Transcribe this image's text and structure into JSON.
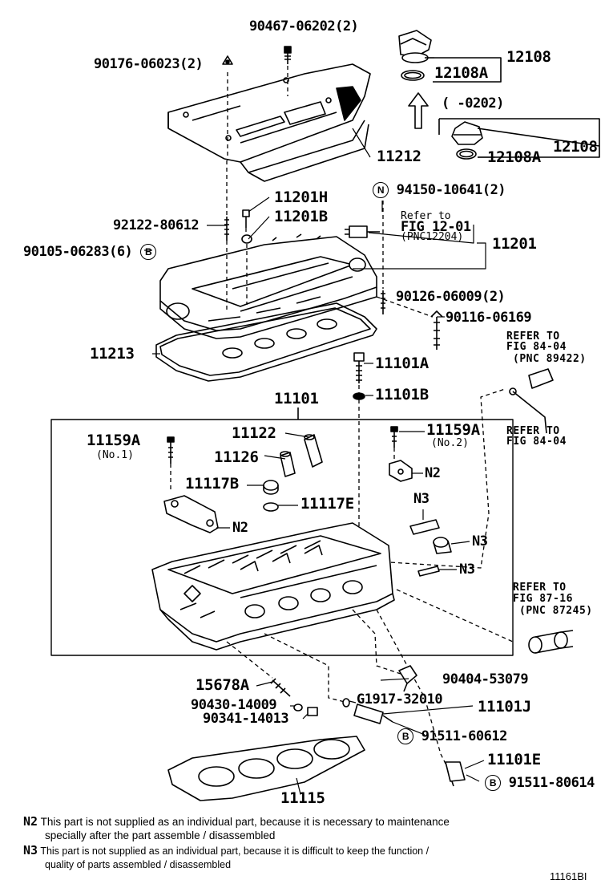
{
  "labels": {
    "p90467": "90467-06202(2)",
    "p90176": "90176-06023(2)",
    "p12108a": "12108",
    "p12108A1": "12108A",
    "p0202": "(    -0202)",
    "p12108b": "12108",
    "p12108A2": "12108A",
    "p11212": "11212",
    "p94150": "94150-10641(2)",
    "p11201H": "11201H",
    "p92122": "92122-80612",
    "p11201B": "11201B",
    "refer1201a": "Refer to",
    "refer1201b": "FIG 12-01",
    "refer1201c": "(PNC12204)",
    "p11201": "11201",
    "p90105": "90105-06283(6)",
    "p90126": "90126-06009(2)",
    "p90116": "90116-06169",
    "p11213": "11213",
    "ref8404a1": "REFER TO",
    "ref8404a2": "FIG 84-04",
    "ref8404a3": "(PNC 89422)",
    "p11101A": "11101A",
    "p11101": "11101",
    "p11101B": "11101B",
    "ref8404b1": "REFER TO",
    "ref8404b2": "FIG 84-04",
    "p11159A1": "11159A",
    "no1": "(No.1)",
    "p11122": "11122",
    "p11159A2": "11159A",
    "no2": "(No.2)",
    "p11126": "11126",
    "n2a": "N2",
    "p11117B": "11117B",
    "p11117E": "11117E",
    "n3label": "N3",
    "n2b": "N2",
    "n3a": "N3",
    "n3b": "N3",
    "ref8716a": "REFER TO",
    "ref8716b": "FIG 87-16",
    "ref8716c": "(PNC 87245)",
    "p15678A": "15678A",
    "p90404": "90404-53079",
    "p90430": "90430-14009",
    "pG1917": "G1917-32010",
    "p11101J": "11101J",
    "p90341": "90341-14013",
    "p91511a": "91511-60612",
    "p11101E": "11101E",
    "p11115": "11115",
    "p91511b": "91511-80614",
    "circleN": "N",
    "circleB": "B"
  },
  "notes": {
    "n2code": "N2",
    "n2text1": "This part is not supplied as an individual part, because it is necessary to maintenance",
    "n2text2": "specially after the part assemble / disassembled",
    "n3code": "N3",
    "n3text1": "This part is not supplied as an individual part, because it is difficult to keep the function /",
    "n3text2": "quality of parts assembled / disassembled"
  },
  "figure_id": "11161BI"
}
